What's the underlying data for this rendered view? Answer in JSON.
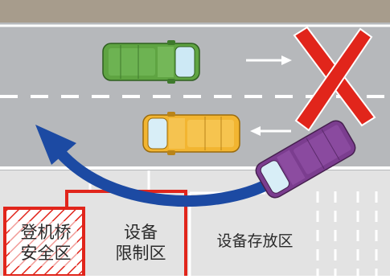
{
  "zones": {
    "bridge_safety": {
      "line1": "登机桥",
      "line2": "安全区"
    },
    "equipment_restricted": {
      "line1": "设备",
      "line2": "限制区"
    },
    "equipment_storage": {
      "label": "设备存放区"
    }
  },
  "vehicles": [
    {
      "name": "green-van",
      "color": "#5fa442",
      "direction": "right"
    },
    {
      "name": "yellow-van",
      "color": "#f2b531",
      "direction": "left"
    },
    {
      "name": "purple-van",
      "color": "#7b3d8f",
      "direction": "turning"
    }
  ],
  "symbols": {
    "prohibited_mark": "red-x-icon",
    "arrow_right": "right-arrow-icon",
    "arrow_left": "left-arrow-icon",
    "turn_arrow": "curved-blue-arrow"
  },
  "colors": {
    "asphalt": "#b6b8bb",
    "ground_lower": "#e3e3e3",
    "restricted_red": "#e1251b",
    "prohibited_red": "#e1251b",
    "turn_arrow": "#1c4aa3",
    "lane_marking": "#ffffff",
    "top_strip": "#a79c8c"
  }
}
